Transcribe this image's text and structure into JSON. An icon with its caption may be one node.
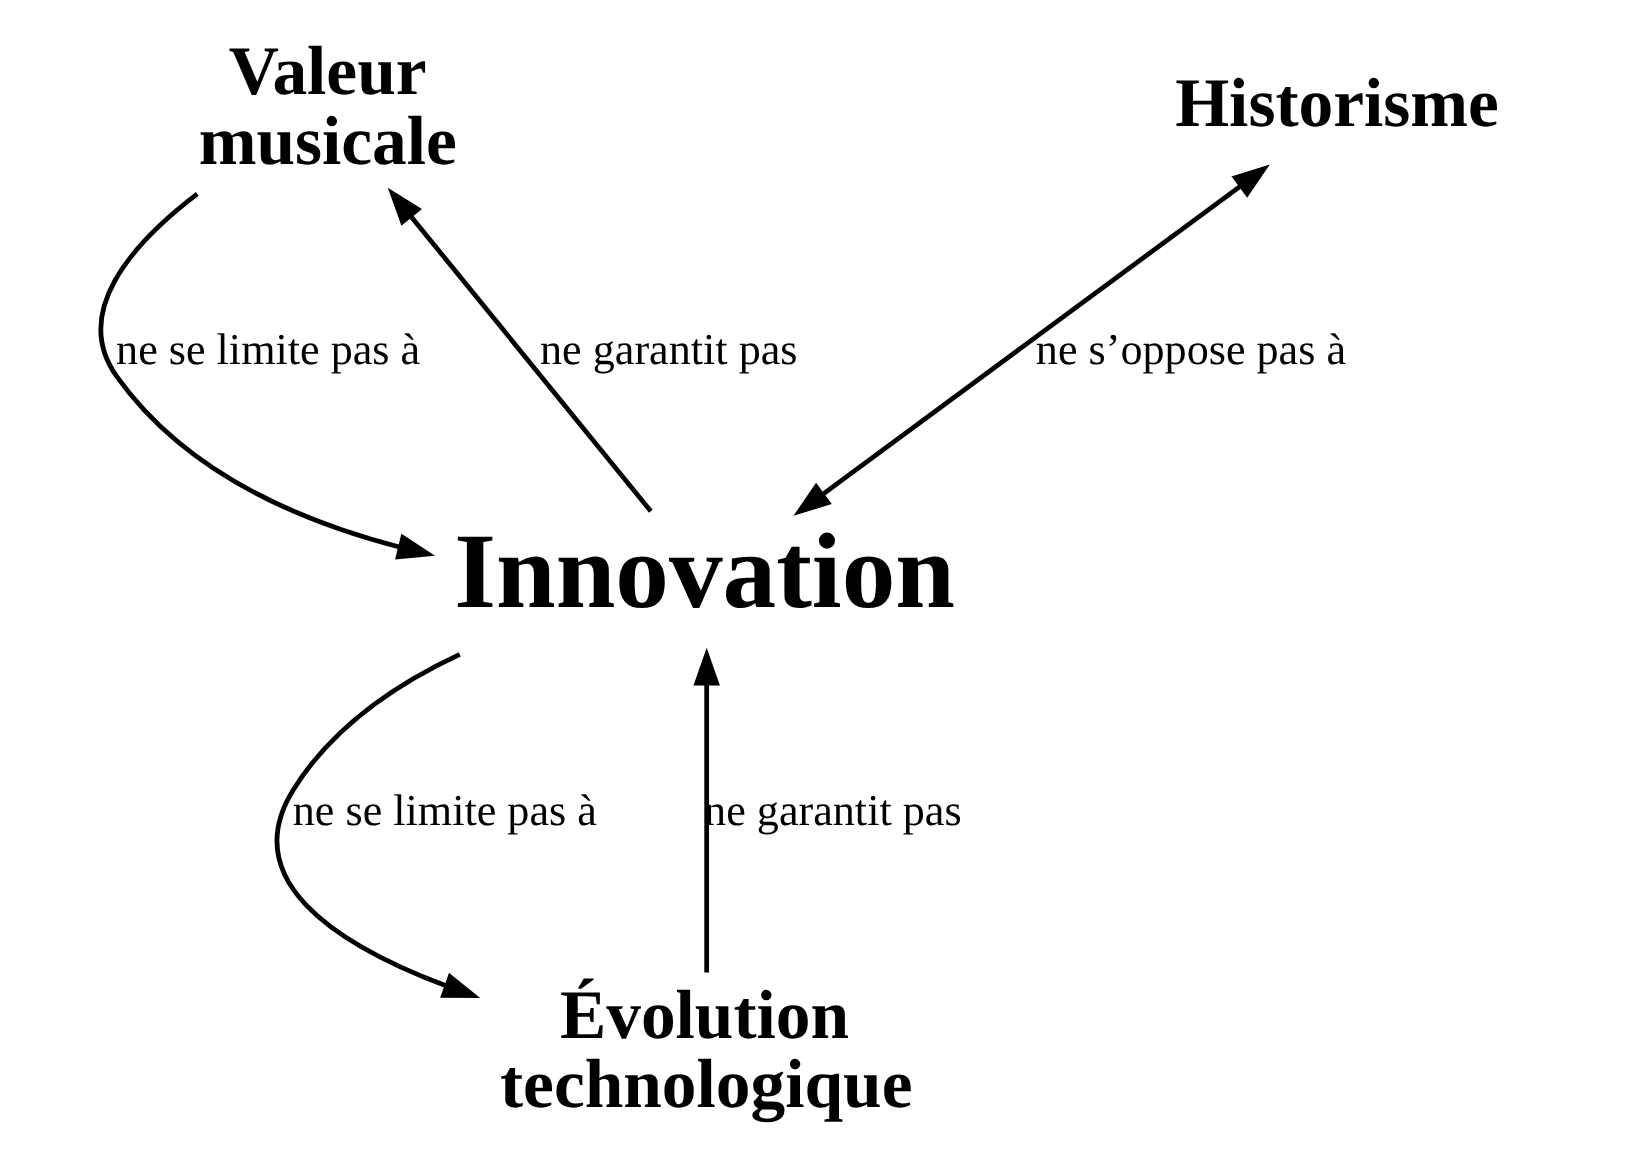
{
  "diagram": {
    "nodes": [
      {
        "text": [
          "Valeur musicale"
        ]
      },
      {
        "text": [
          "Historisme"
        ]
      },
      {
        "text": [
          "Innovation"
        ]
      },
      {
        "text": [
          "Évolution technologique"
        ]
      }
    ],
    "edges": [
      {
        "from": 2,
        "to": 0,
        "arrow": "to",
        "label": "ne garantit pas"
      },
      {
        "from": 0,
        "to": 2,
        "arrow": "to",
        "label": "ne se limite pas à"
      },
      {
        "from": 2,
        "to": 1,
        "arrow": "both",
        "label": "ne s’oppose pas à"
      },
      {
        "from": 2,
        "to": 3,
        "arrow": "to",
        "label": "ne se limite pas à"
      },
      {
        "from": 3,
        "to": 2,
        "arrow": "to",
        "label": "ne garantit pas"
      }
    ]
  }
}
